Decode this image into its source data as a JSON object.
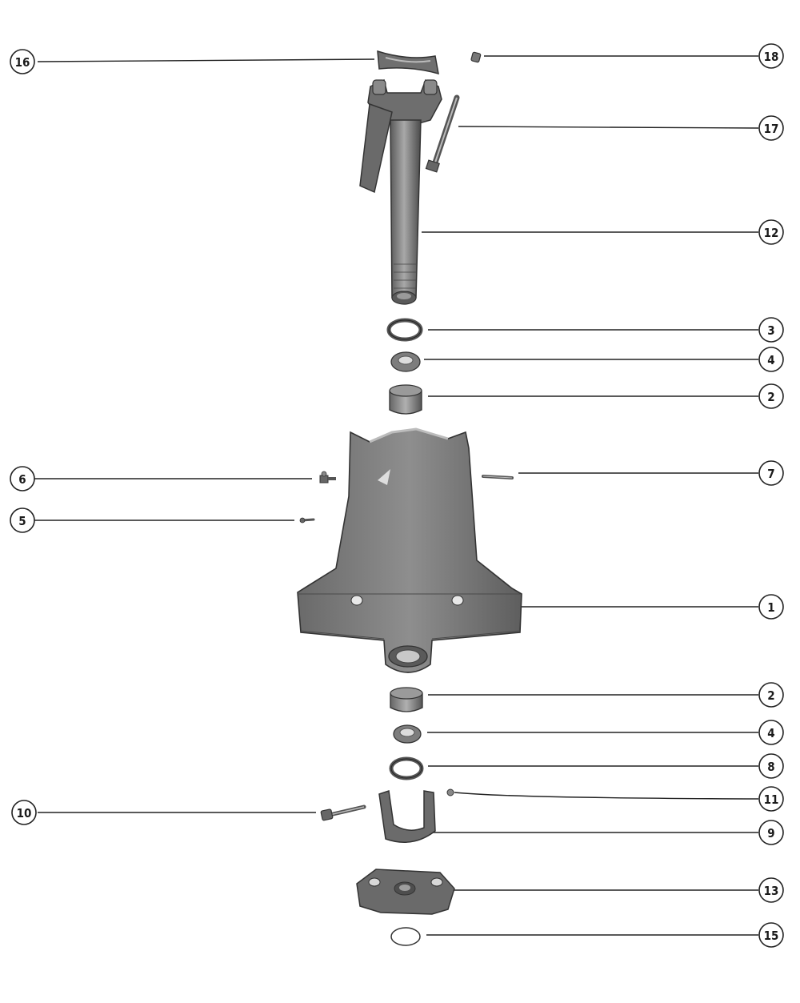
{
  "callouts": {
    "c16": "16",
    "c18": "18",
    "c17": "17",
    "c12": "12",
    "c3": "3",
    "c4a": "4",
    "c2a": "2",
    "c6": "6",
    "c7": "7",
    "c5": "5",
    "c1": "1",
    "c2b": "2",
    "c4b": "4",
    "c8": "8",
    "c11": "11",
    "c10": "10",
    "c9": "9",
    "c13": "13",
    "c15": "15"
  },
  "colors": {
    "part_fill": "#7a7a7a",
    "part_dark": "#3a3a3a",
    "part_light": "#b5b5b5",
    "line": "#222222"
  }
}
